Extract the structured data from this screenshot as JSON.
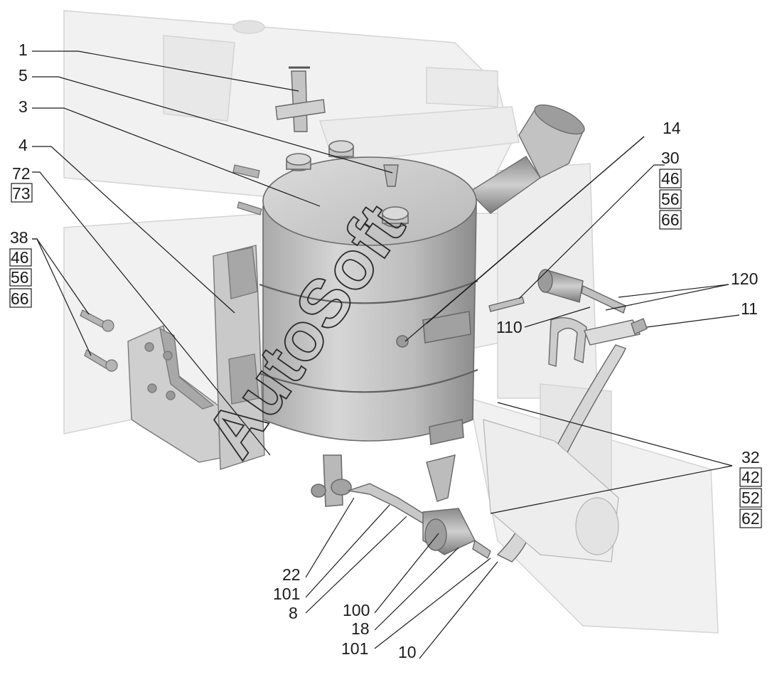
{
  "diagram": {
    "watermark": "AutoSoft",
    "callouts": [
      {
        "id": "c1",
        "label": "1"
      },
      {
        "id": "c5",
        "label": "5"
      },
      {
        "id": "c3",
        "label": "3"
      },
      {
        "id": "c4",
        "label": "4"
      },
      {
        "id": "c72",
        "label": "72"
      },
      {
        "id": "c73",
        "label": "73"
      },
      {
        "id": "c38",
        "label": "38"
      },
      {
        "id": "c46a",
        "label": "46"
      },
      {
        "id": "c56a",
        "label": "56"
      },
      {
        "id": "c66a",
        "label": "66"
      },
      {
        "id": "c14",
        "label": "14"
      },
      {
        "id": "c30",
        "label": "30"
      },
      {
        "id": "c46b",
        "label": "46"
      },
      {
        "id": "c56b",
        "label": "56"
      },
      {
        "id": "c66b",
        "label": "66"
      },
      {
        "id": "c120",
        "label": "120"
      },
      {
        "id": "c11",
        "label": "11"
      },
      {
        "id": "c110",
        "label": "110"
      },
      {
        "id": "c32",
        "label": "32"
      },
      {
        "id": "c42",
        "label": "42"
      },
      {
        "id": "c52",
        "label": "52"
      },
      {
        "id": "c62",
        "label": "62"
      },
      {
        "id": "c22",
        "label": "22"
      },
      {
        "id": "c101a",
        "label": "101"
      },
      {
        "id": "c8",
        "label": "8"
      },
      {
        "id": "c100",
        "label": "100"
      },
      {
        "id": "c18",
        "label": "18"
      },
      {
        "id": "c101b",
        "label": "101"
      },
      {
        "id": "c10",
        "label": "10"
      }
    ]
  }
}
